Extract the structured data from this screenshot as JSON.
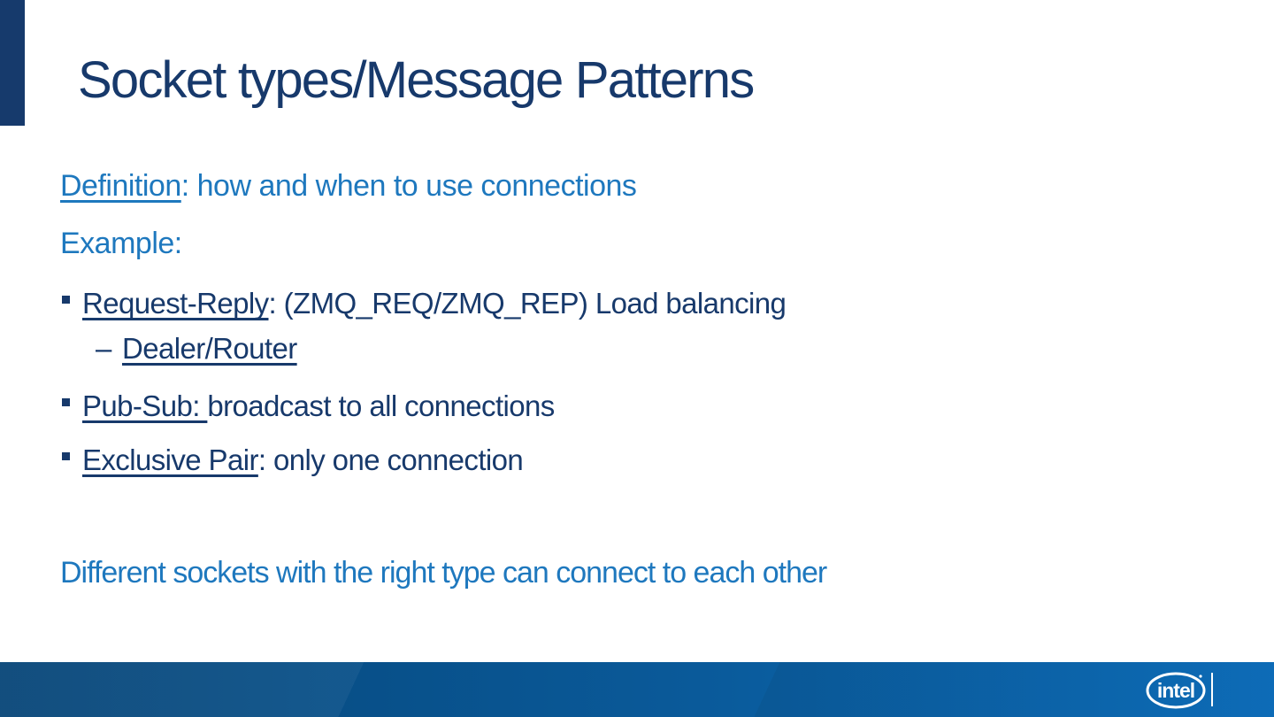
{
  "slide": {
    "title": "Socket types/Message Patterns",
    "definition": {
      "term": "Definition",
      "rest": ": how and when to use connections"
    },
    "example_label": "Example:",
    "bullets": [
      {
        "term": "Request-Reply",
        "rest": ": (ZMQ_REQ/ZMQ_REP) Load balancing",
        "sub_dash": "–",
        "sub_term": "Dealer/Router"
      },
      {
        "term": "Pub-Sub: ",
        "rest": "broadcast to all connections"
      },
      {
        "term": "Exclusive Pair",
        "rest": ": only one connection"
      }
    ],
    "closing": "Different sockets with the right type can connect to each other",
    "footer": {
      "brand": "intel"
    },
    "colors": {
      "title_navy": "#17396B",
      "body_blue": "#1E78BE",
      "corner_bar": "#163A6C",
      "footer_gradient_left": "#064577",
      "footer_gradient_right": "#0E72C2",
      "logo_white": "#FFFFFF"
    }
  }
}
